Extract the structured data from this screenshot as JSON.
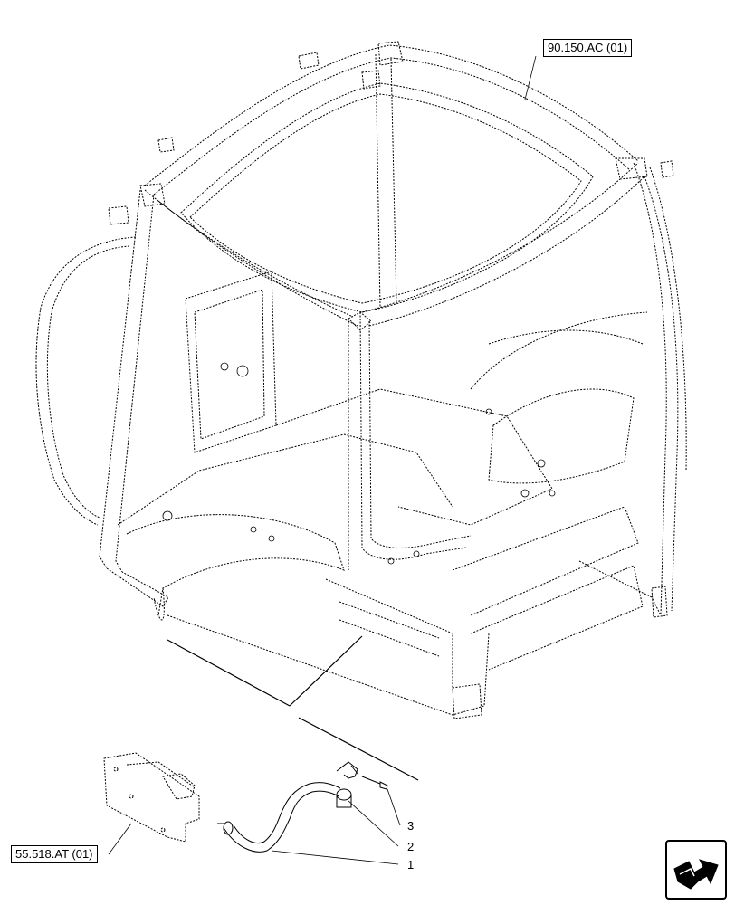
{
  "references": {
    "cab_frame_ref": "90.150.AC (01)",
    "panel_ref": "55.518.AT (01)"
  },
  "callouts": [
    "3",
    "2",
    "1"
  ],
  "icons": {
    "nav": "next-page-arrow-icon"
  },
  "colors": {
    "line": "#000000",
    "background": "#ffffff"
  }
}
